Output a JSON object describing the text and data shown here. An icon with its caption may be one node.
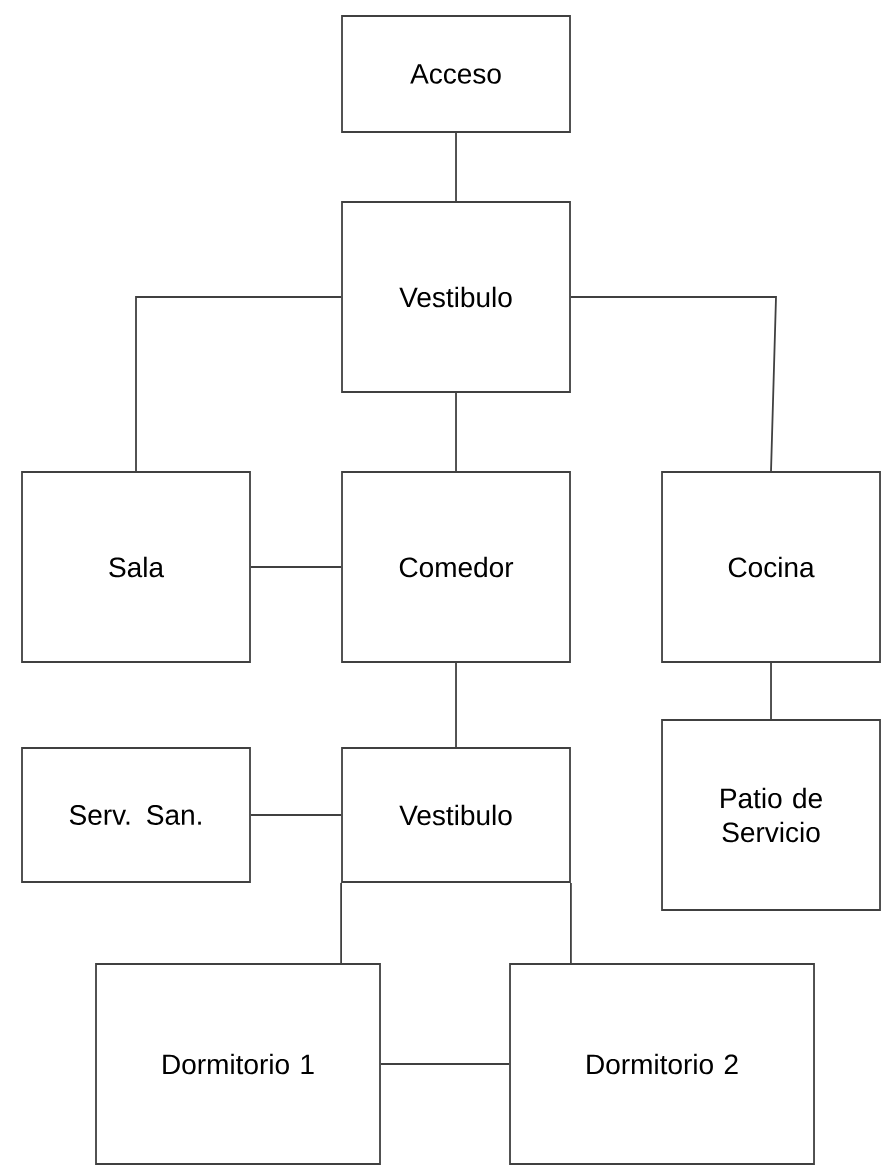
{
  "diagram": {
    "nodes": [
      {
        "text": [
          "Acceso"
        ]
      },
      {
        "text": [
          "Vestibulo"
        ]
      },
      {
        "text": [
          "Sala"
        ]
      },
      {
        "text": [
          "Comedor"
        ]
      },
      {
        "text": [
          "Cocina"
        ]
      },
      {
        "text": [
          "Serv. San."
        ]
      },
      {
        "text": [
          "Vestibulo"
        ]
      },
      {
        "text": [
          "Patio de Servicio"
        ]
      },
      {
        "text": [
          "Dormitorio 1"
        ]
      },
      {
        "text": [
          "Dormitorio 2"
        ]
      }
    ],
    "edges": [
      {
        "from": 0,
        "to": 1,
        "arrow": "none"
      },
      {
        "from": 1,
        "to": 2,
        "arrow": "none"
      },
      {
        "from": 1,
        "to": 3,
        "arrow": "none"
      },
      {
        "from": 1,
        "to": 4,
        "arrow": "none"
      },
      {
        "from": 2,
        "to": 3,
        "arrow": "none"
      },
      {
        "from": 3,
        "to": 6,
        "arrow": "none"
      },
      {
        "from": 4,
        "to": 7,
        "arrow": "none"
      },
      {
        "from": 5,
        "to": 6,
        "arrow": "none"
      },
      {
        "from": 6,
        "to": 8,
        "arrow": "none"
      },
      {
        "from": 6,
        "to": 9,
        "arrow": "none"
      },
      {
        "from": 8,
        "to": 9,
        "arrow": "none"
      }
    ]
  }
}
